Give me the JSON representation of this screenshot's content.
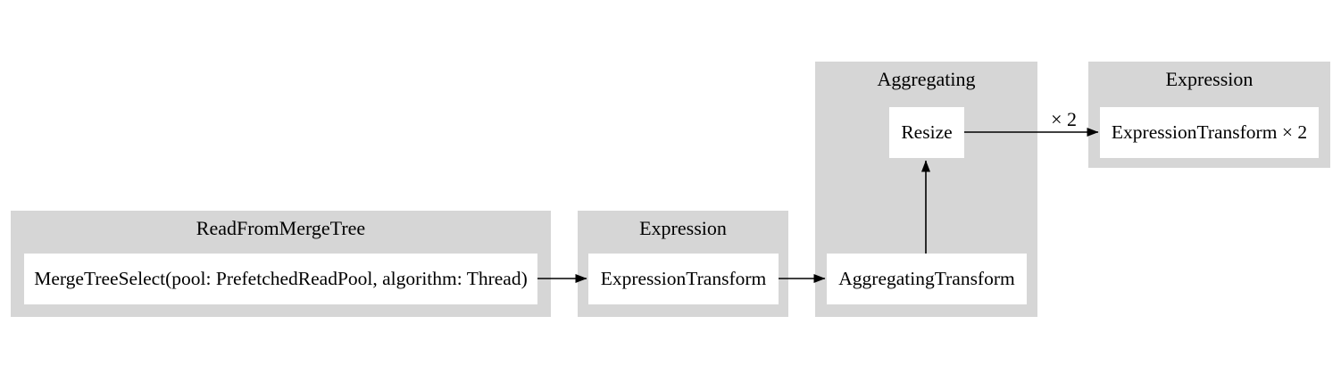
{
  "diagram": {
    "type": "query-pipeline-graph",
    "colors": {
      "background": "#ffffff",
      "cluster_fill": "#d6d6d6",
      "node_fill": "#ffffff",
      "edge_color": "#000000",
      "text_color": "#000000"
    },
    "clusters": [
      {
        "title": "ReadFromMergeTree",
        "nodes": [
          {
            "label": "MergeTreeSelect(pool: PrefetchedReadPool, algorithm: Thread)"
          }
        ]
      },
      {
        "title": "Expression",
        "nodes": [
          {
            "label": "ExpressionTransform"
          }
        ]
      },
      {
        "title": "Aggregating",
        "nodes": [
          {
            "label": "Resize"
          },
          {
            "label": "AggregatingTransform"
          }
        ]
      },
      {
        "title": "Expression",
        "nodes": [
          {
            "label": "ExpressionTransform × 2"
          }
        ]
      }
    ],
    "edges": [
      {
        "from": "MergeTreeSelect(pool: PrefetchedReadPool, algorithm: Thread)",
        "to": "ExpressionTransform",
        "label": ""
      },
      {
        "from": "ExpressionTransform",
        "to": "AggregatingTransform",
        "label": ""
      },
      {
        "from": "AggregatingTransform",
        "to": "Resize",
        "label": ""
      },
      {
        "from": "Resize",
        "to": "ExpressionTransform × 2",
        "label": "× 2"
      }
    ]
  }
}
